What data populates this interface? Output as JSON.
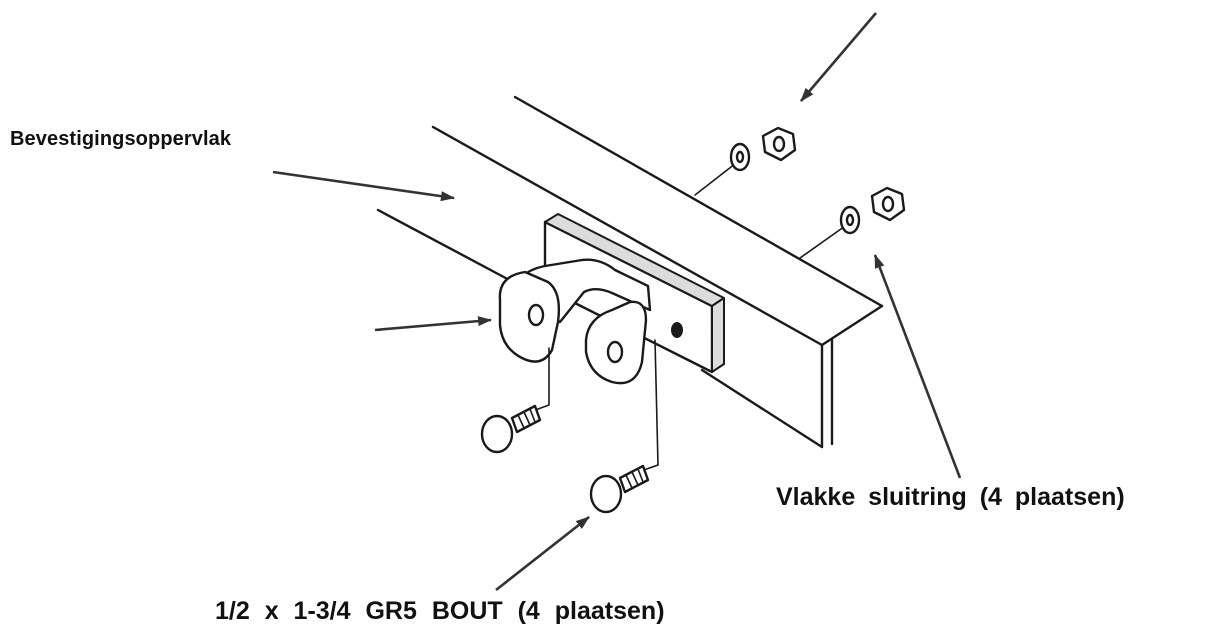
{
  "labels": {
    "mounting_surface": "Bevestigingsoppervlak",
    "flat_washer": "Vlakke sluitring (4 plaatsen)",
    "bolt": "1/2 x 1-3/4 GR5 BOUT (4 plaatsen)"
  },
  "colors": {
    "line": "#1a1a1a",
    "background": "#ffffff"
  }
}
